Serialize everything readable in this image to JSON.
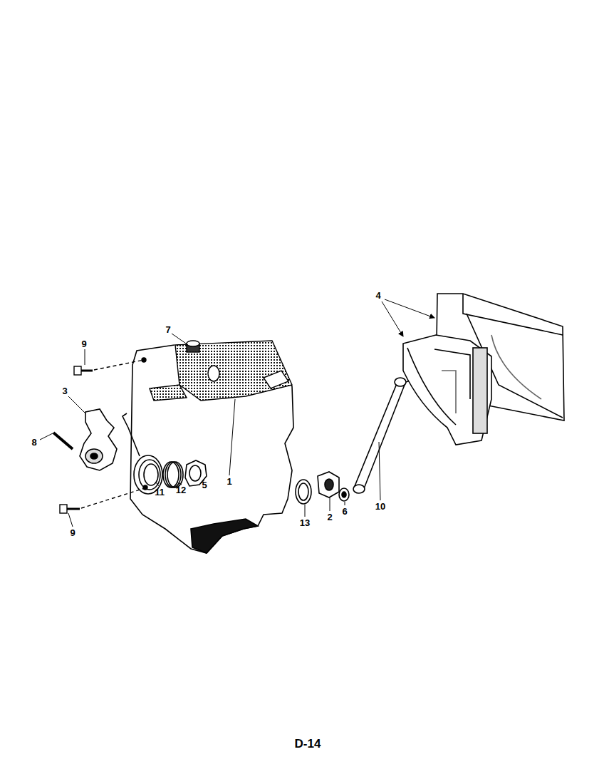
{
  "diagram": {
    "labels": [
      "7",
      "9",
      "3",
      "8",
      "9",
      "11",
      "12",
      "5",
      "1",
      "13",
      "2",
      "6",
      "10",
      "4",
      "D-14"
    ]
  }
}
